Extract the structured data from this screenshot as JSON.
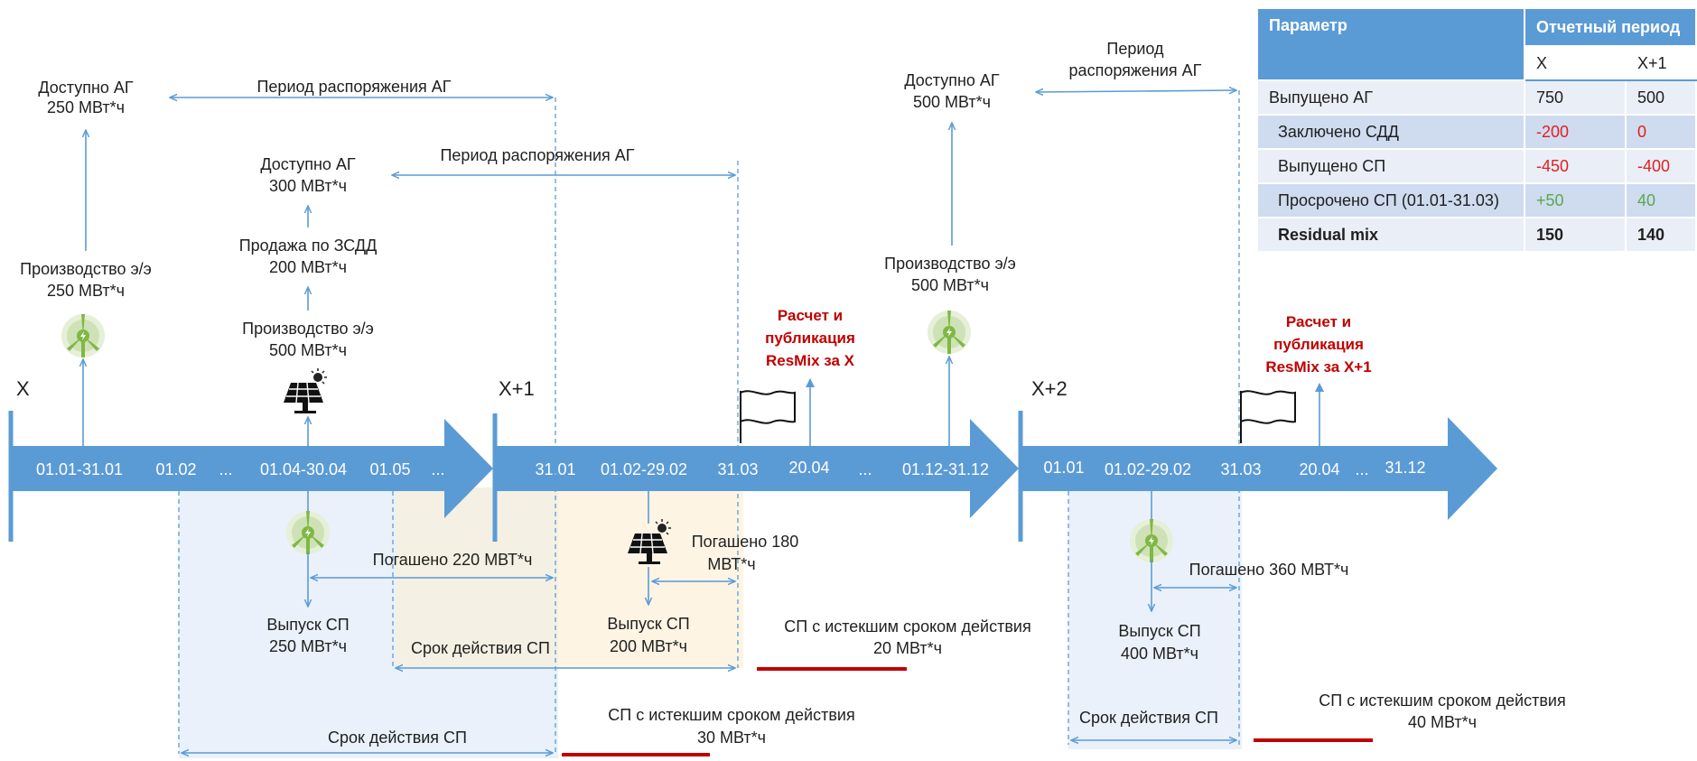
{
  "timeline": {
    "markers": [
      "X",
      "X+1",
      "X+2"
    ],
    "segment1_ticks": [
      "01.01-31.01",
      "01.02",
      "...",
      "01.04-30.04",
      "01.05",
      "..."
    ],
    "segment2_ticks": [
      "31.01",
      "01.02-29.02",
      "31.03",
      "20.04",
      "...",
      "01.12-31.12"
    ],
    "segment3_ticks": [
      "01.01",
      "01.02-29.02",
      "31.03",
      "20.04",
      "...",
      "31.12"
    ]
  },
  "annotations": {
    "available_250": [
      "Доступно АГ",
      "250 МВт*ч"
    ],
    "production_250": [
      "Производство э/э",
      "250 МВт*ч"
    ],
    "available_300": [
      "Доступно АГ",
      "300 МВт*ч"
    ],
    "sale_zsdd": [
      "Продажа по ЗСДД",
      "200 МВт*ч"
    ],
    "production_500a": [
      "Производство э/э",
      "500 МВт*ч"
    ],
    "available_500": [
      "Доступно АГ",
      "500 МВт*ч"
    ],
    "production_500b": [
      "Производство э/э",
      "500 МВт*ч"
    ],
    "period_1": "Период распоряжения АГ",
    "period_2": "Период распоряжения АГ",
    "period_3": [
      "Период",
      "распоряжения АГ"
    ],
    "resmix_x": [
      "Расчет и",
      "публикация",
      "ResMix за X"
    ],
    "resmix_x1": [
      "Расчет и",
      "публикация",
      "ResMix за X+1"
    ],
    "redeemed_220": "Погашено 220 МВТ*ч",
    "issue_250": [
      "Выпуск СП",
      "250 МВт*ч"
    ],
    "validity_1": "Срок действия СП",
    "validity_2": "Срок действия СП",
    "validity_3": "Срок действия СП",
    "redeemed_180": [
      "Погашено 180",
      "МВТ*ч"
    ],
    "issue_200": [
      "Выпуск СП",
      "200 МВт*ч"
    ],
    "expired_20": [
      "СП с истекшим сроком действия",
      "20 МВт*ч"
    ],
    "expired_30": [
      "СП с истекшим сроком действия",
      "30 МВт*ч"
    ],
    "redeemed_360": "Погашено 360 МВТ*ч",
    "issue_400": [
      "Выпуск СП",
      "400 МВт*ч"
    ],
    "expired_40": [
      "СП с истекшим сроком действия",
      "40 МВт*ч"
    ]
  },
  "table": {
    "header_param": "Параметр",
    "header_period": "Отчетный период",
    "col_x": "X",
    "col_x1": "X+1",
    "rows": [
      {
        "label": "Выпущено АГ",
        "x": "750",
        "x1": "500"
      },
      {
        "label": "Заключено СДД",
        "x": "-200",
        "x1": "0"
      },
      {
        "label": "Выпущено СП",
        "x": "-450",
        "x1": "-400"
      },
      {
        "label": "Просрочено СП (01.01-31.03)",
        "x": "+50",
        "x1": "40"
      },
      {
        "label": "Residual mix",
        "x": "150",
        "x1": "140"
      }
    ]
  },
  "colors": {
    "arrow_fill": "#5b9bd5",
    "line": "#5b9bd5",
    "expired_bar": "#c00000",
    "resmix_text": "#c00000",
    "negative": "#e02020",
    "positive": "#5aa84e",
    "zone_blue": "#eaf1fa",
    "zone_beige": "#fbf3e2"
  },
  "icons": {
    "wind": "wind-turbine-icon",
    "solar": "solar-panel-icon",
    "flag": "flag-icon"
  }
}
